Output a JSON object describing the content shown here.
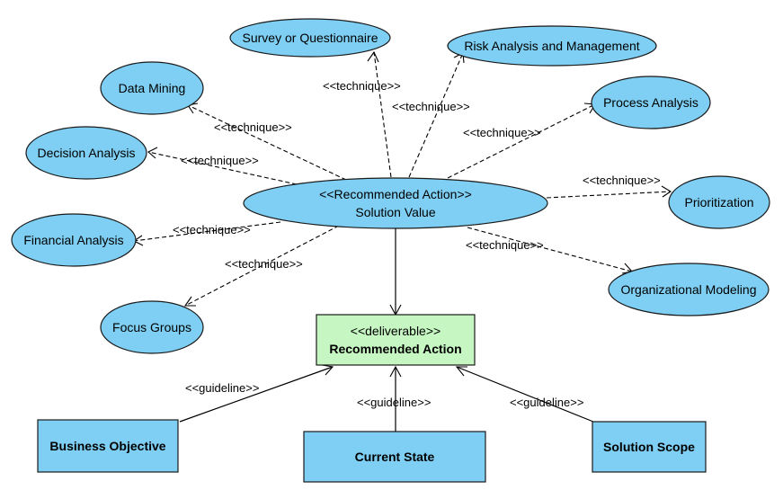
{
  "center": {
    "stereotype": "<<Recommended Action>>",
    "label": "Solution Value"
  },
  "deliverable": {
    "stereotype": "<<deliverable>>",
    "label": "Recommended Action"
  },
  "techniques": {
    "survey": "Survey or Questionnaire",
    "risk": "Risk Analysis and Management",
    "data_mining": "Data Mining",
    "process": "Process Analysis",
    "decision": "Decision Analysis",
    "prioritization": "Prioritization",
    "financial": "Financial Analysis",
    "organizational": "Organizational Modeling",
    "focus": "Focus Groups"
  },
  "edge_labels": {
    "technique": "<<technique>>",
    "guideline": "<<guideline>>"
  },
  "guidelines": {
    "business": "Business Objective",
    "current": "Current State",
    "scope": "Solution Scope"
  },
  "colors": {
    "node_fill": "#7ecff3",
    "deliverable_fill": "#c6f7c2",
    "stroke": "#1a1a1a"
  }
}
